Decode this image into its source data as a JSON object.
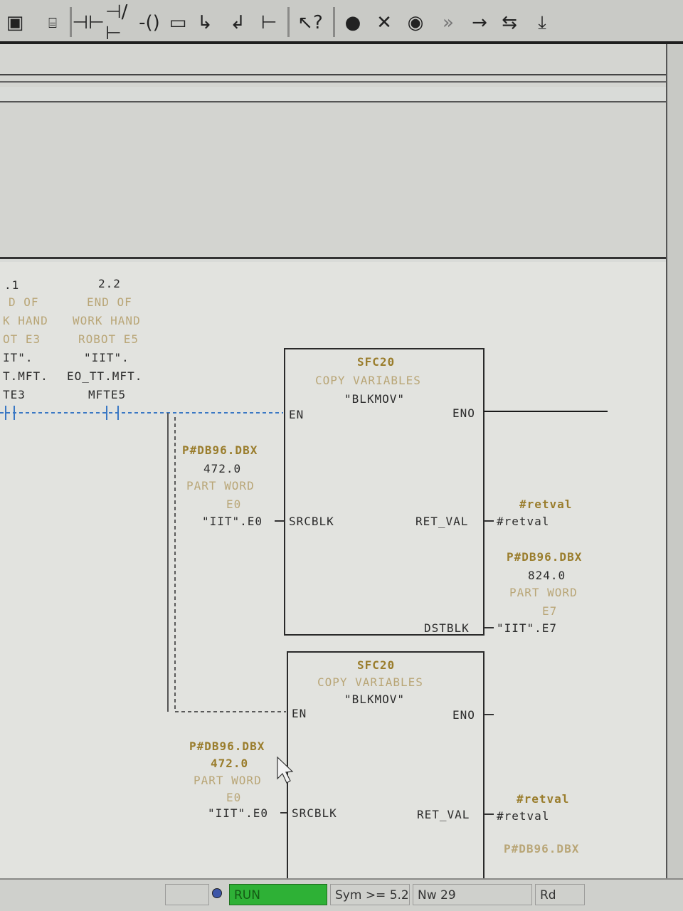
{
  "toolbar": {
    "buttons": [
      {
        "name": "overview-icon",
        "glyph": "▣"
      },
      {
        "name": "network-icon",
        "glyph": "⌸"
      },
      {
        "name": "normally-open-contact-icon",
        "glyph": "⊣⊢"
      },
      {
        "name": "normally-closed-contact-icon",
        "glyph": "⊣/⊢"
      },
      {
        "name": "coil-icon",
        "glyph": "-()"
      },
      {
        "name": "empty-box-icon",
        "glyph": "▭"
      },
      {
        "name": "open-branch-icon",
        "glyph": "↳"
      },
      {
        "name": "close-branch-icon",
        "glyph": "↲"
      },
      {
        "name": "connection-icon",
        "glyph": "⊢"
      },
      {
        "name": "help-pointer-icon",
        "glyph": "↖?"
      },
      {
        "name": "breakpoint-icon",
        "glyph": "●"
      },
      {
        "name": "clear-breakpoint-icon",
        "glyph": "✕"
      },
      {
        "name": "activate-breakpoints-icon",
        "glyph": "◉"
      },
      {
        "name": "next-statement-icon",
        "glyph": "»"
      },
      {
        "name": "resume-icon",
        "glyph": "→"
      },
      {
        "name": "step-icon",
        "glyph": "⇆"
      },
      {
        "name": "call-icon",
        "glyph": "⤓"
      }
    ]
  },
  "contacts": [
    {
      "address": ".1",
      "lines": [
        "D OF",
        "K HAND",
        "OT E3",
        "IT\".",
        "T.MFT.",
        "TE3"
      ]
    },
    {
      "address": "2.2",
      "lines": [
        "END OF",
        "WORK HAND",
        "ROBOT E5",
        "\"IIT\".",
        "EO_TT.MFT.",
        "MFTE5"
      ]
    }
  ],
  "blocks": [
    {
      "number": "SFC20",
      "comment": "COPY VARIABLES",
      "symbol": "\"BLKMOV\"",
      "pins": {
        "en": "EN",
        "eno": "ENO",
        "srcblk": "SRCBLK",
        "ret_val": "RET_VAL",
        "dstblk": "DSTBLK"
      },
      "src": {
        "address": "P#DB96.DBX",
        "offset": "472.0",
        "comment_1": "PART WORD",
        "comment_2": "E0",
        "symbol": "\"IIT\".E0"
      },
      "ret": {
        "comment": "#retval",
        "symbol": "#retval"
      },
      "dst": {
        "address": "P#DB96.DBX",
        "offset": "824.0",
        "comment_1": "PART WORD",
        "comment_2": "E7",
        "symbol": "\"IIT\".E7"
      }
    },
    {
      "number": "SFC20",
      "comment": "COPY VARIABLES",
      "symbol": "\"BLKMOV\"",
      "pins": {
        "en": "EN",
        "eno": "ENO",
        "srcblk": "SRCBLK",
        "ret_val": "RET_VAL"
      },
      "src": {
        "address": "P#DB96.DBX",
        "offset": "472.0",
        "comment_1": "PART WORD",
        "comment_2": "E0",
        "symbol": "\"IIT\".E0"
      },
      "ret": {
        "comment": "#retval",
        "symbol": "#retval"
      },
      "dst": {
        "address": "P#DB96.DBX"
      }
    }
  ],
  "status": {
    "mode": "RUN",
    "position": "Sym >= 5.2",
    "network": "Nw 29",
    "access": "Rd"
  },
  "colors": {
    "run": "#2eb136",
    "wire_active": "#1a1a1a",
    "wire_dashed": "#3a78c4",
    "comment_text": "#9a7d2c"
  }
}
